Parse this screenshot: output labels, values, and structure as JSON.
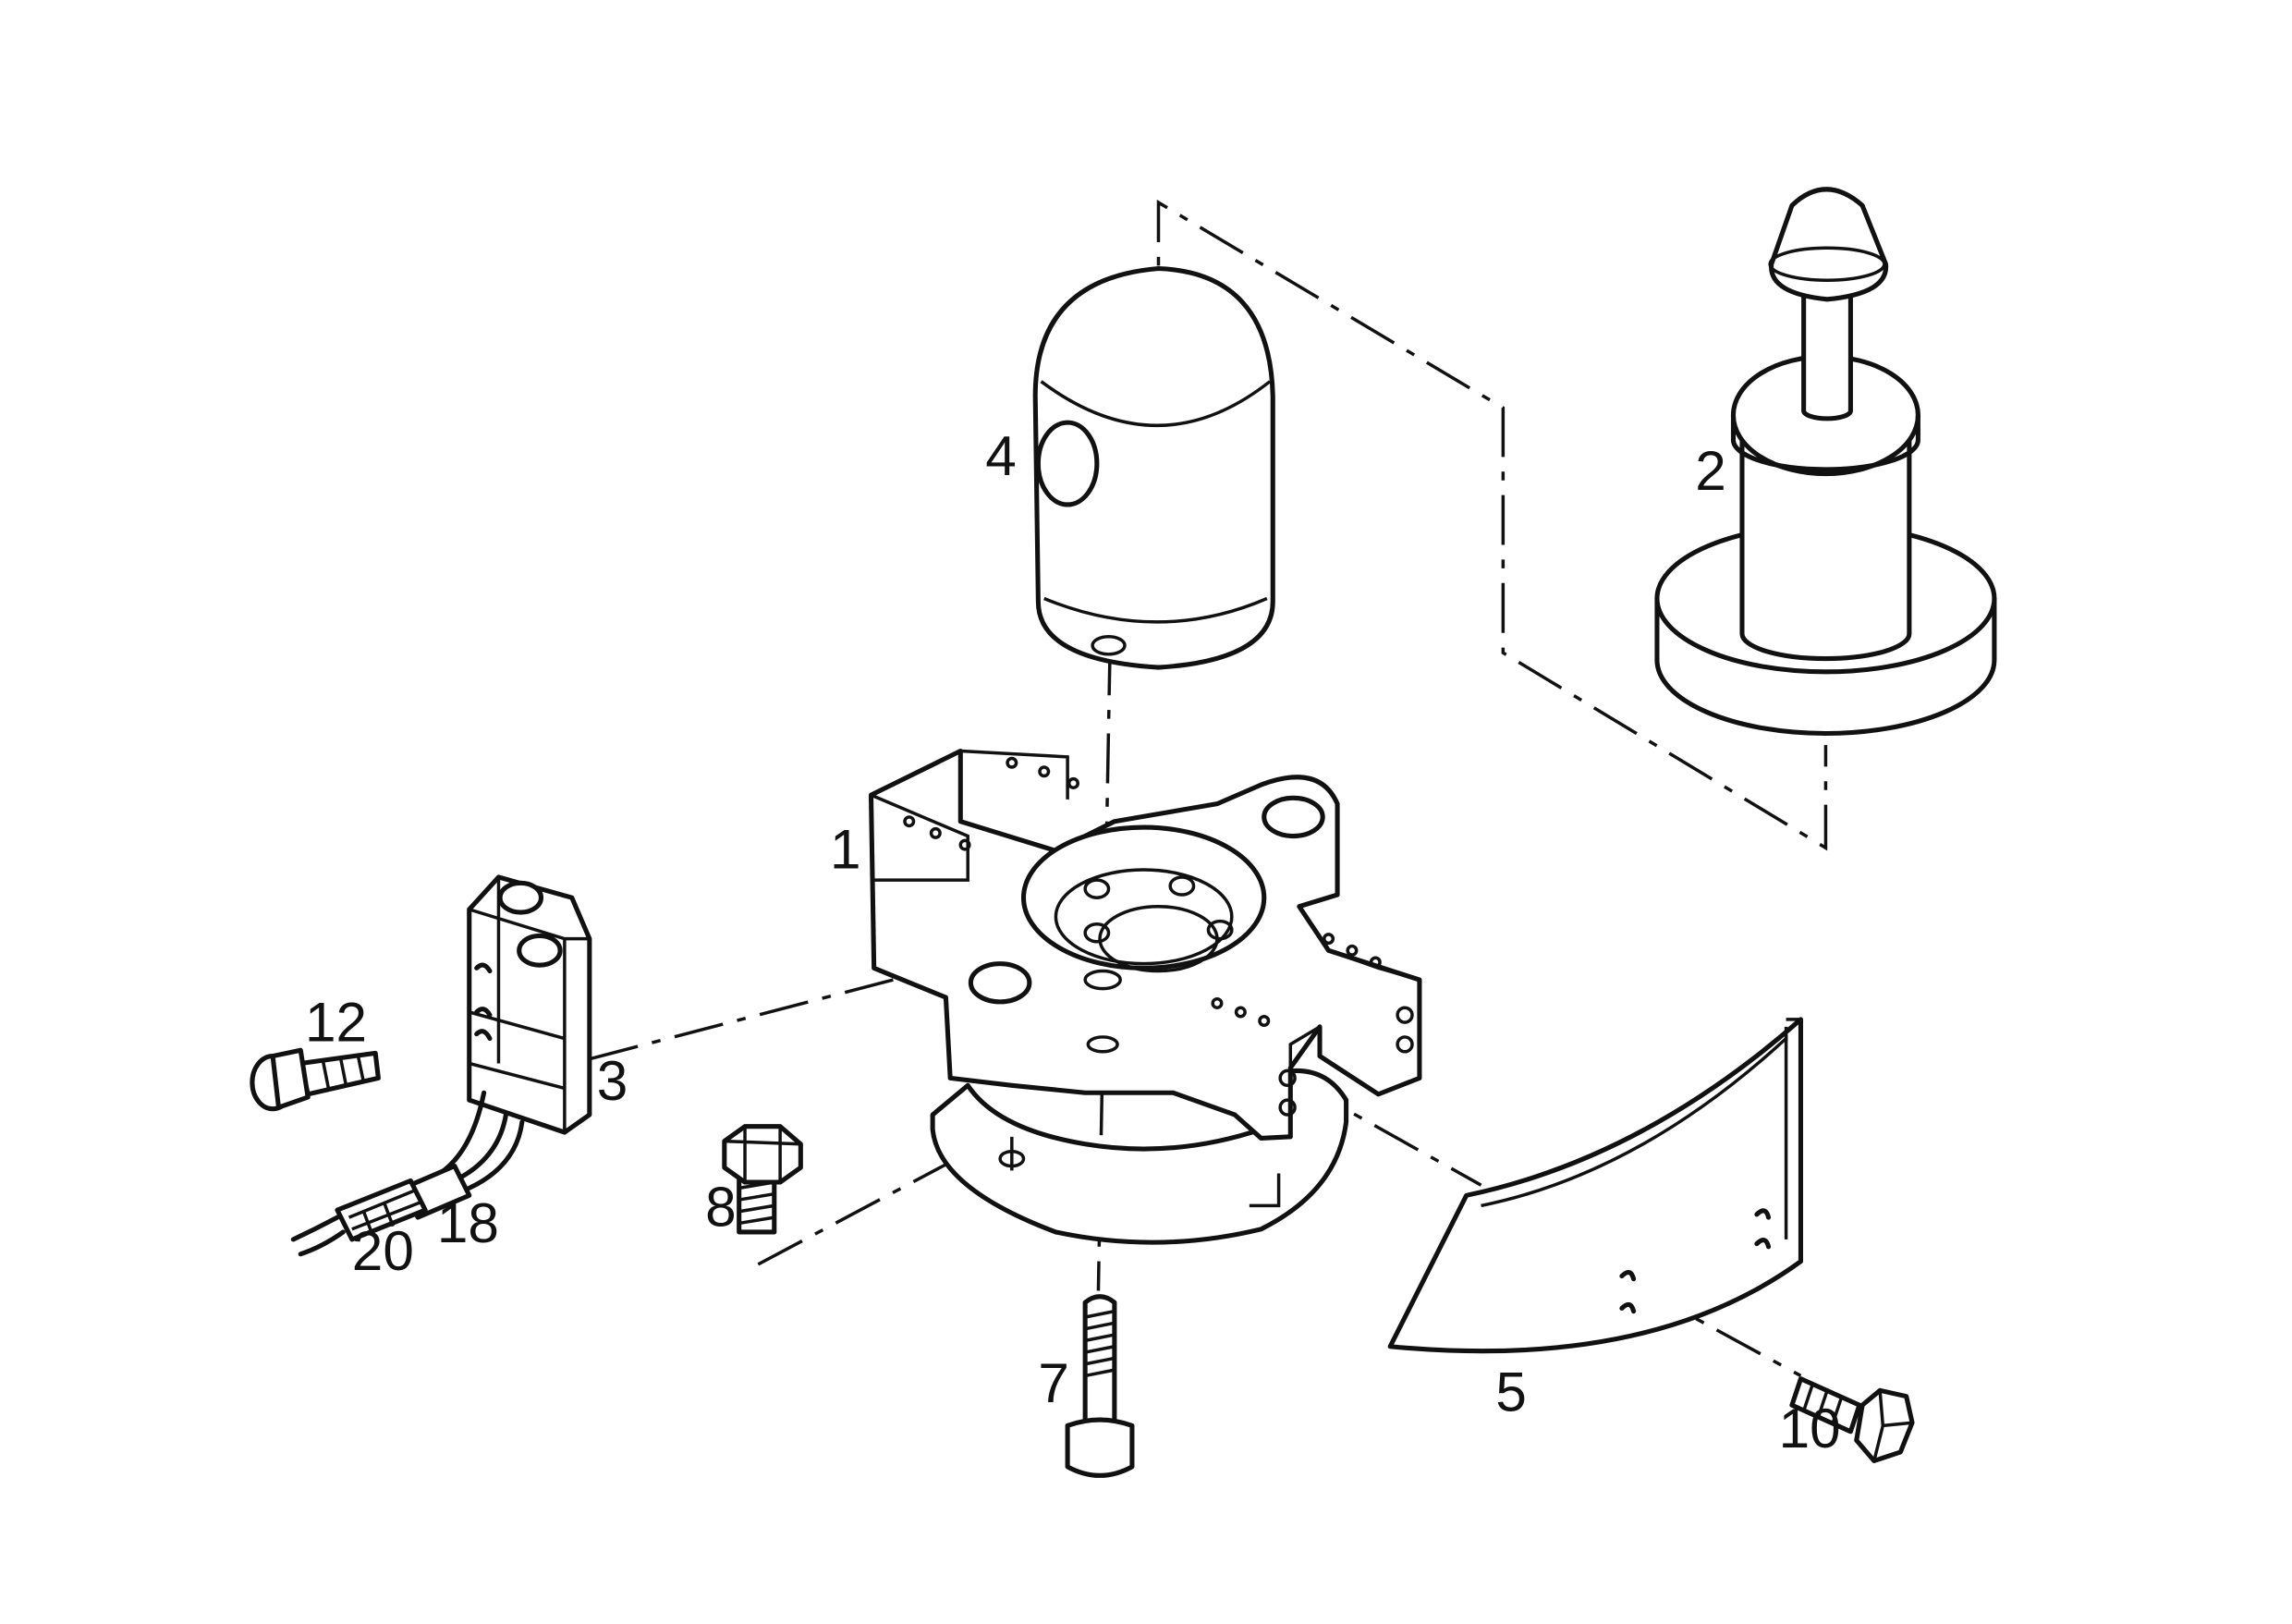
{
  "callouts": {
    "c1": "1",
    "c2": "2",
    "c3": "3",
    "c4": "4",
    "c5": "5",
    "c7": "7",
    "c8": "8",
    "c10": "10",
    "c12": "12",
    "c18": "18",
    "c20": "20"
  },
  "colors": {
    "line": "#111111",
    "background": "#ffffff"
  }
}
